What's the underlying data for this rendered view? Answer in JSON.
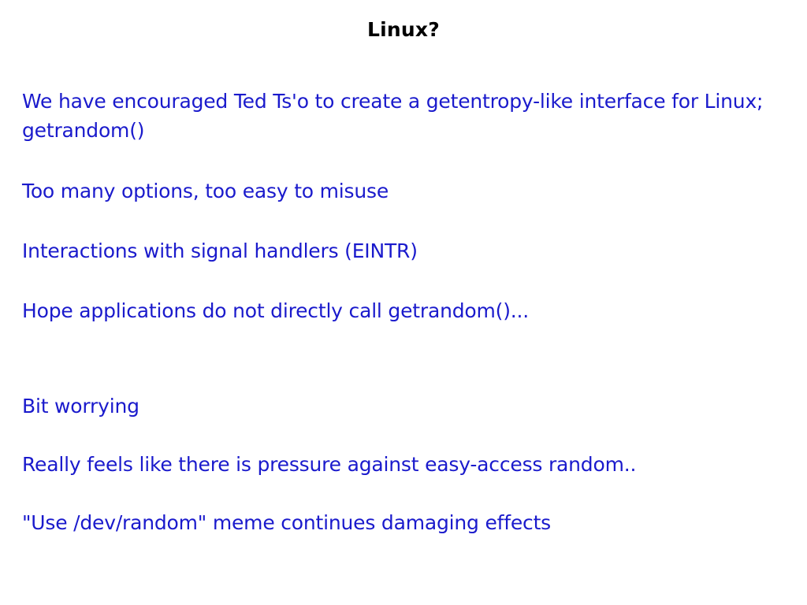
{
  "slide": {
    "title": "Linux?",
    "title_color": "#000000",
    "body_color": "#1a1acc",
    "background_color": "#ffffff",
    "blocks": [
      {
        "id": "encouraged-ted-tso",
        "text": "We have encouraged Ted Ts'o to create a getentropy-like interface for Linux; getrandom()"
      },
      {
        "id": "too-many-options",
        "text": "Too many options, too easy to misuse"
      },
      {
        "id": "signal-handler-interactions",
        "text": "Interactions with signal handlers (EINTR)"
      },
      {
        "id": "hope-applications",
        "text": "Hope applications do not directly call getrandom()..."
      },
      {
        "id": "bit-worrying",
        "text": "Bit worrying"
      },
      {
        "id": "pressure-against-easy-access",
        "text": "Really feels like there is pressure against easy-access random.."
      },
      {
        "id": "dev-random-meme",
        "text": "\"Use /dev/random\" meme continues damaging effects"
      }
    ]
  }
}
